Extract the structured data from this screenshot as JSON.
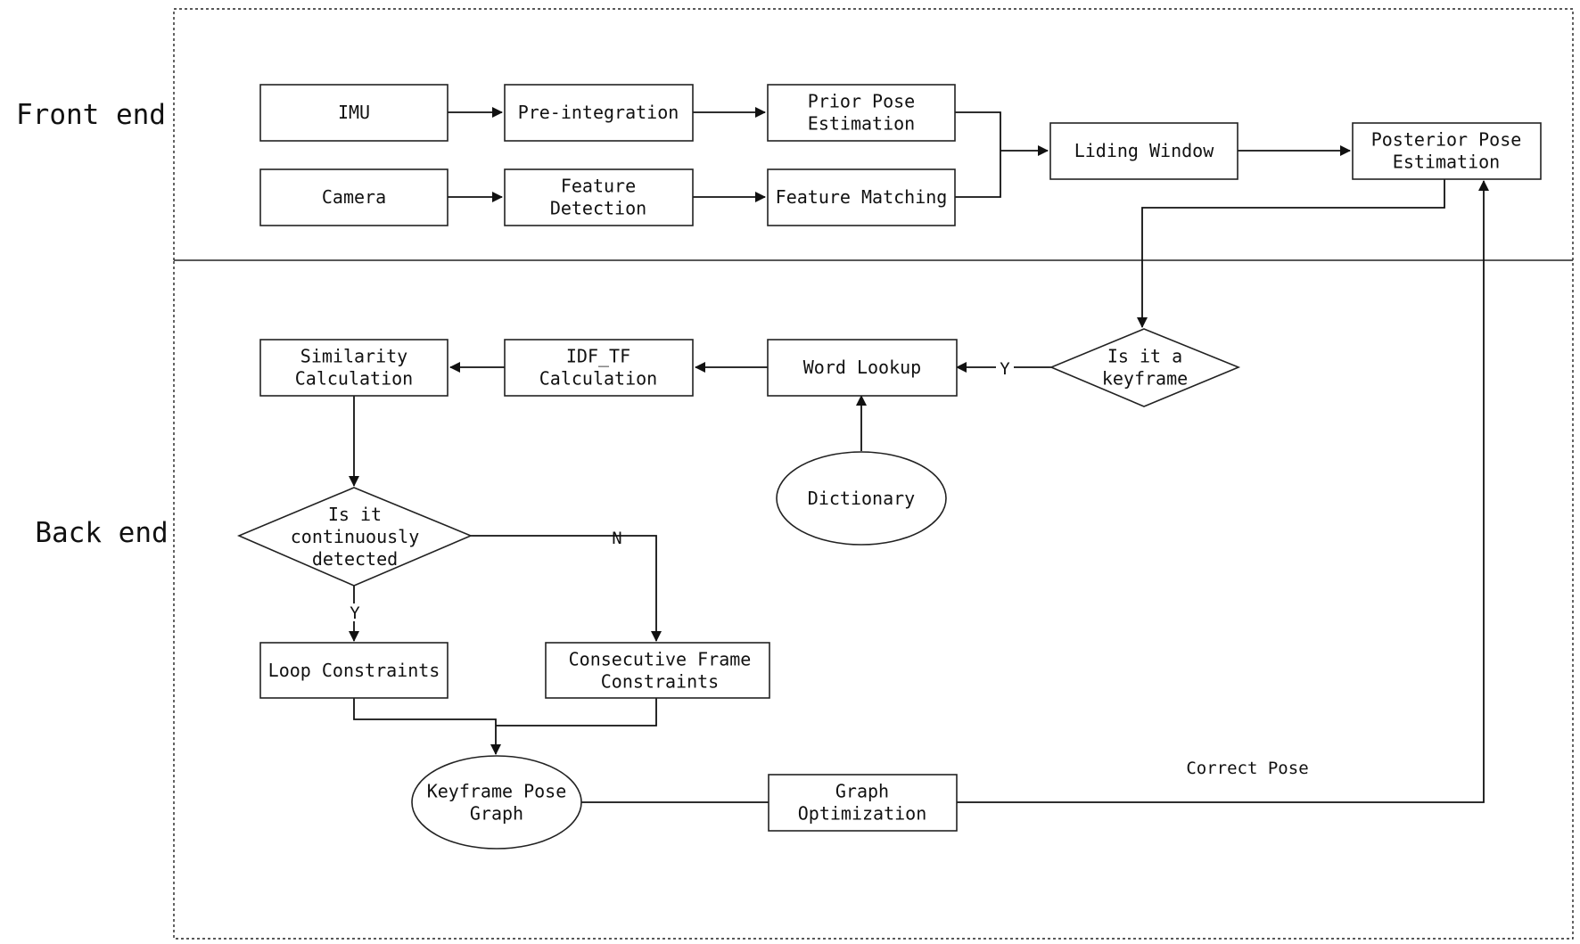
{
  "sections": {
    "front": "Front end",
    "back": "Back end"
  },
  "nodes": {
    "imu": [
      "IMU"
    ],
    "preint": [
      "Pre-integration"
    ],
    "prior": [
      "Prior Pose",
      "Estimation"
    ],
    "camera": [
      "Camera"
    ],
    "featdet": [
      "Feature",
      "Detection"
    ],
    "featmatch": [
      "Feature Matching"
    ],
    "liding": [
      "Liding Window"
    ],
    "posterior": [
      "Posterior Pose",
      "Estimation"
    ],
    "keyframe": [
      "Is it a",
      "keyframe"
    ],
    "word": [
      "Word Lookup"
    ],
    "idf": [
      "IDF_TF",
      "Calculation"
    ],
    "sim": [
      "Similarity",
      "Calculation"
    ],
    "dict": [
      "Dictionary"
    ],
    "cont": [
      "Is it",
      "continuously",
      "detected"
    ],
    "loop": [
      "Loop Constraints"
    ],
    "consec": [
      "Consecutive Frame",
      "Constraints"
    ],
    "kpg": [
      "Keyframe Pose",
      "Graph"
    ],
    "gopt": [
      "Graph",
      "Optimization"
    ]
  },
  "edge_labels": {
    "keyframe_yes": "Y",
    "cont_no": "N",
    "cont_yes": "Y",
    "correct_pose": "Correct Pose"
  }
}
